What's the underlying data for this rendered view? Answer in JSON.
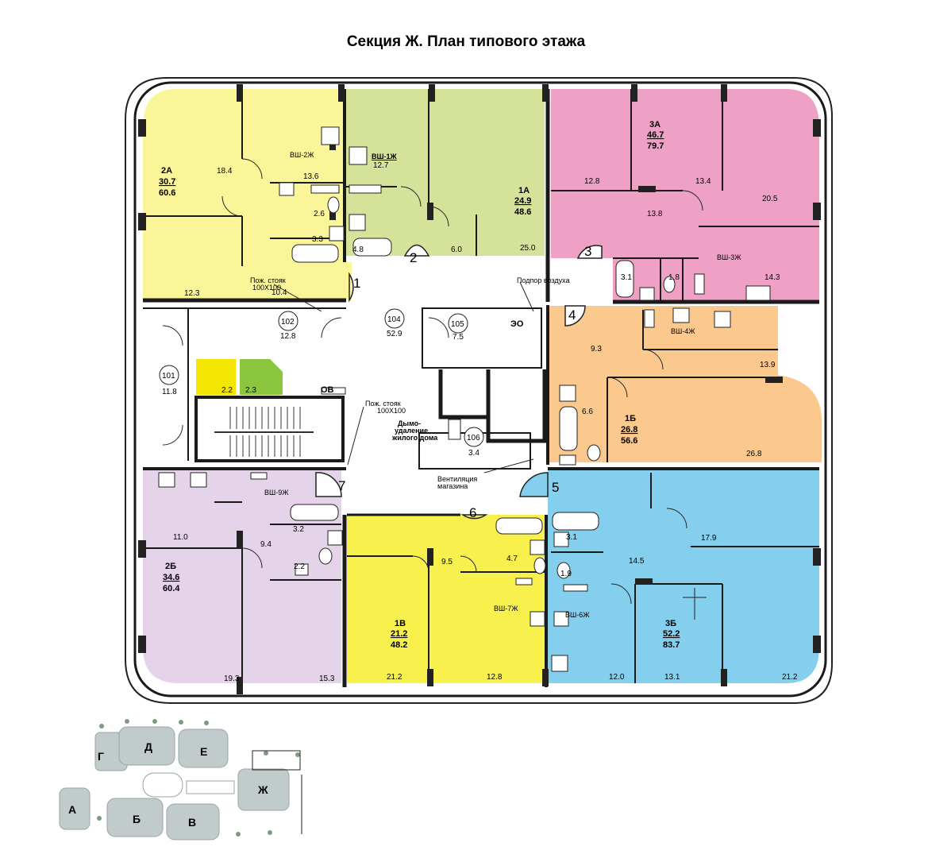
{
  "title": "Секция Ж. План типового этажа",
  "colors": {
    "yellow": "#fbf59a",
    "green": "#d5e29a",
    "pink": "#eea1c4",
    "orange": "#fbc98d",
    "blue": "#84cfee",
    "lavender": "#e4d3e9",
    "bright_yellow": "#f8f04c",
    "small_yellow": "#f4e600",
    "small_green": "#8cc63f",
    "wall": "#1a1a1a"
  },
  "apartments": [
    {
      "id": "2A",
      "name": "2А",
      "living": "30.7",
      "total": "60.6"
    },
    {
      "id": "1A",
      "name": "1А",
      "living": "24.9",
      "total": "48.6"
    },
    {
      "id": "3A",
      "name": "3А",
      "living": "46.7",
      "total": "79.7"
    },
    {
      "id": "1B",
      "name": "1Б",
      "living": "26.8",
      "total": "56.6"
    },
    {
      "id": "2B",
      "name": "2Б",
      "living": "34.6",
      "total": "60.4"
    },
    {
      "id": "1V",
      "name": "1В",
      "living": "21.2",
      "total": "48.2"
    },
    {
      "id": "3B",
      "name": "3Б",
      "living": "52.2",
      "total": "83.7"
    }
  ],
  "rooms": {
    "a2_room1": "18.4",
    "a2_bath": "13.6",
    "a2_wc": "2.6",
    "a2_bath2": "3.3",
    "a2_room2": "12.3",
    "a2_hall": "10.4",
    "a1_kitchen": "12.7",
    "a1_bath": "4.8",
    "a1_hall": "6.0",
    "a1_room": "25.0",
    "a3_kitchen": "12.8",
    "a3_room1": "13.4",
    "a3_room2": "20.5",
    "a3_hall": "13.8",
    "a3_bath": "3.1",
    "a3_wc": "1.8",
    "a3_room3": "14.3",
    "b1_hall": "9.3",
    "b1_kitchen": "13.9",
    "b1_bath": "6.6",
    "b1_room": "26.8",
    "b2_kitchen": "11.0",
    "b2_bath": "3.2",
    "b2_hall": "9.4",
    "b2_wc": "2.2",
    "b2_room1": "19.3",
    "b2_room2": "15.3",
    "v1_hall": "9.5",
    "v1_bath": "4.7",
    "v1_room": "21.2",
    "v1_kitchen": "12.8",
    "b3_bath": "3.1",
    "b3_wc": "1.9",
    "b3_kitchen": "17.9",
    "b3_hall": "14.5",
    "b3_room1": "12.0",
    "b3_room2": "13.1",
    "b3_room3": "21.2",
    "small1": "2.2",
    "small2": "2.3"
  },
  "common_rooms": [
    {
      "id": "101",
      "area": "11.8"
    },
    {
      "id": "102",
      "area": "12.8"
    },
    {
      "id": "104",
      "area": "52.9"
    },
    {
      "id": "105",
      "area": "7.5"
    },
    {
      "id": "106",
      "area": "3.4"
    }
  ],
  "numbers": [
    "1",
    "2",
    "3",
    "4",
    "5",
    "6",
    "7"
  ],
  "shafts": {
    "vsh2": "ВШ-2Ж",
    "vsh1": "ВШ-1Ж",
    "vsh3": "ВШ-3Ж",
    "vsh4": "ВШ-4Ж",
    "vsh9": "ВШ-9Ж",
    "vsh7": "ВШ-7Ж",
    "vsh6": "ВШ-6Ж"
  },
  "labels": {
    "fire_riser_1a": "Пож. стояк",
    "fire_riser_1b": "100Х100",
    "fire_riser_2a": "Пож. стояк",
    "fire_riser_2b": "100Х100",
    "air_support": "Подпор воздуха",
    "eo": "ЭО",
    "ov": "ОВ",
    "smoke_1": "Дымо-",
    "smoke_2": "удаление",
    "smoke_3": "жилого дома",
    "vent_1": "Вентиляция",
    "vent_2": "магазина"
  },
  "key_plan": {
    "sections": [
      "А",
      "Б",
      "В",
      "Г",
      "Д",
      "Е",
      "Ж"
    ]
  }
}
